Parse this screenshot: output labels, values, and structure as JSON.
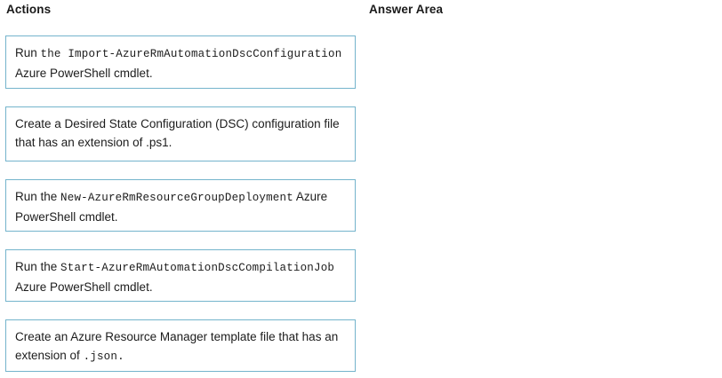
{
  "headers": {
    "actions": "Actions",
    "answer_area": "Answer Area"
  },
  "colors": {
    "card_border": "#74b4cc",
    "background": "#ffffff",
    "text": "#1c1c1c"
  },
  "actions": [
    {
      "id": "import-dsc-configuration",
      "runs": [
        {
          "text": "Run ",
          "style": "proportional"
        },
        {
          "text": "the Import-AzureRmAutomation",
          "style": "mono"
        },
        {
          "text": "DscConfiguration",
          "style": "mono"
        },
        {
          "text": " Azure PowerShell cmdlet.",
          "style": "proportional"
        }
      ],
      "plain_text": "Run the Import-AzureRmAutomationDscConfiguration Azure PowerShell cmdlet."
    },
    {
      "id": "create-dsc-configuration-file",
      "runs": [
        {
          "text": "Create a Desired State Configuration (DSC) configuration file that has an extension of .ps1.",
          "style": "proportional"
        }
      ],
      "plain_text": "Create a Desired State Configuration (DSC) configuration file that has an extension of .ps1."
    },
    {
      "id": "new-resource-group-deployment",
      "runs": [
        {
          "text": "Run the ",
          "style": "proportional"
        },
        {
          "text": "New-AzureRmResourceGroup",
          "style": "mono"
        },
        {
          "text": "Deployment",
          "style": "mono"
        },
        {
          "text": " Azure PowerShell cmdlet.",
          "style": "proportional"
        }
      ],
      "plain_text": "Run the New-AzureRmResourceGroupDeployment Azure PowerShell cmdlet."
    },
    {
      "id": "start-dsc-compilation-job",
      "runs": [
        {
          "text": "Run the ",
          "style": "proportional"
        },
        {
          "text": "Start-AzureRmAutomationDsc",
          "style": "mono"
        },
        {
          "text": "CompilationJob",
          "style": "mono"
        },
        {
          "text": " Azure PowerShell cmdlet.",
          "style": "proportional"
        }
      ],
      "plain_text": "Run the Start-AzureRmAutomationDscCompilationJob Azure PowerShell cmdlet."
    },
    {
      "id": "create-arm-template-file",
      "runs": [
        {
          "text": "Create an Azure Resource Manager template file that has an extension of ",
          "style": "proportional"
        },
        {
          "text": ".json.",
          "style": "mono"
        }
      ],
      "plain_text": "Create an Azure Resource Manager template file that has an extension of .json."
    }
  ],
  "answer_area": {
    "items": []
  }
}
